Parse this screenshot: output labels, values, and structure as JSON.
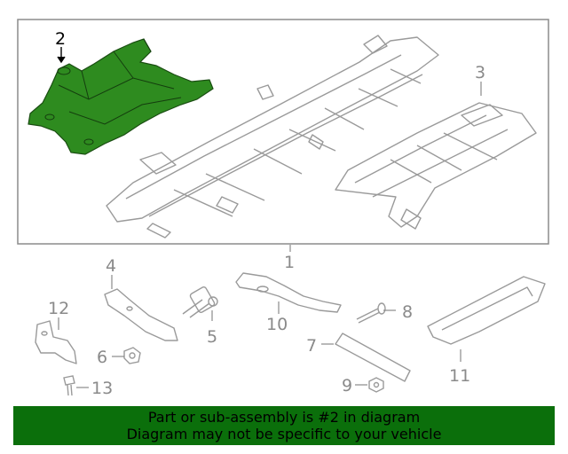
{
  "diagram": {
    "callouts": [
      {
        "id": "1",
        "label": "1"
      },
      {
        "id": "2",
        "label": "2"
      },
      {
        "id": "3",
        "label": "3"
      },
      {
        "id": "4",
        "label": "4"
      },
      {
        "id": "5",
        "label": "5"
      },
      {
        "id": "6",
        "label": "6"
      },
      {
        "id": "7",
        "label": "7"
      },
      {
        "id": "8",
        "label": "8"
      },
      {
        "id": "9",
        "label": "9"
      },
      {
        "id": "10",
        "label": "10"
      },
      {
        "id": "11",
        "label": "11"
      },
      {
        "id": "12",
        "label": "12"
      },
      {
        "id": "13",
        "label": "13"
      }
    ],
    "highlighted_part": "2",
    "highlight_color": "#2e8b1f",
    "banner": {
      "line1": "Part or sub-assembly is #2 in diagram",
      "line2": "Diagram may not be specific to your vehicle",
      "background": "#0b6f0b"
    }
  }
}
